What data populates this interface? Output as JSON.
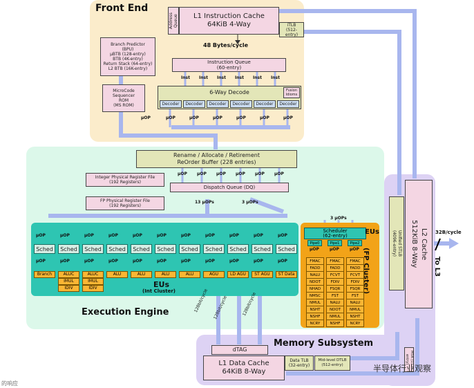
{
  "regions": {
    "front_end": "Front End",
    "execution_engine": "Execution Engine",
    "memory_subsystem": "Memory Subsystem"
  },
  "front_end": {
    "address_queue": "Address Queue",
    "l1i_title": "L1 Instruction Cache",
    "l1i_size": "64KiB 4-Way",
    "itlb_title": "iTLB",
    "itlb_size": "(512-entry)",
    "bandwidth": "48 Bytes/cycle",
    "bpu": [
      "Branch Predictor",
      "(BPU)",
      "μBTB (128-entry)",
      "BTB (4K-entry)",
      "Return Stack (64-entry)",
      "L2 BTB (16K-entry)"
    ],
    "iq_title": "Instruction Queue",
    "iq_size": "(60-entry)",
    "inst_label": "Inst",
    "msrom": [
      "MicroCode",
      "Sequencer",
      "ROM",
      "(MS ROM)"
    ],
    "decode_title": "6-Way Decode",
    "fusion": [
      "Fusion",
      "Idioms"
    ],
    "decoder_label": "Decoder",
    "uop_label": "μOP"
  },
  "rename": {
    "title": "Rename / Allocate / Retirement",
    "rob": "ReOrder Buffer (228 entries)"
  },
  "registers": {
    "int_title": "Integer Physical Register File",
    "int_size": "(192 Registers)",
    "fp_title": "FP Physical Register File",
    "fp_size": "(192 Registers)"
  },
  "dispatch": {
    "title": "Dispatch Queue (DQ)",
    "uops_13": "13 μOPs",
    "uops_3a": "3 μOPs",
    "uops_3b": "3 μOPs"
  },
  "int_cluster": {
    "sched_label": "Sched",
    "eus_title": "EUs",
    "eus_sub": "(Int Cluster)",
    "units": [
      [
        "Branch"
      ],
      [
        "ALUC",
        "IMUL",
        "IDIV"
      ],
      [
        "ALUC",
        "IMUL",
        "IDIV"
      ],
      [
        "ALU"
      ],
      [
        "ALU"
      ],
      [
        "ALU"
      ],
      [
        "ALU"
      ],
      [
        "AGU"
      ],
      [
        "LD AGU"
      ],
      [
        "ST AGU"
      ],
      [
        "ST Data"
      ]
    ]
  },
  "fp_cluster": {
    "scheduler_title": "Scheduler",
    "scheduler_size": "(62-entry)",
    "pipes": [
      "Pipe0",
      "Pipe1",
      "Pipe2"
    ],
    "title": "EUs",
    "sub": "(FP Cluster)",
    "col0": [
      "FMAC",
      "FADD",
      "NALU",
      "NDOT",
      "NHAD",
      "NMSC",
      "NMUL",
      "NSHT",
      "NSHF",
      "NCRY"
    ],
    "col1": [
      "FMAC",
      "FADD",
      "FCVT",
      "FDIV",
      "FSQR",
      "FST",
      "NALU",
      "NDOT",
      "NMUL",
      "NSHF"
    ],
    "col2": [
      "FMAC",
      "FADD",
      "FCVT",
      "FDIV",
      "FSQR",
      "FST",
      "NALU",
      "NMUL",
      "NSHT",
      "NCRY"
    ]
  },
  "memory": {
    "bw1": "128bit/cycle",
    "bw2": "128bit/cycle",
    "bw3": "128bit/cycle",
    "dtag": "dTAG",
    "l1d_title": "L1 Data Cache",
    "l1d_size": "64KiB 8-Way",
    "dtlb_title": "Data TLB",
    "dtlb_size": "(32-entry)",
    "mid_dtlb_title": "Mid-level DTLB",
    "mid_dtlb_size": "(512-entry)",
    "msr": "MSR (112-entry)",
    "stlb_title": "Unified STLB",
    "stlb_size": "(4096-entry)",
    "l2_title": "L2 Cache",
    "l2_size": "512KiB 8-Way",
    "l3_bw": "32B/cycle",
    "to_l3": "To L3"
  },
  "watermark": "半导体行业观察",
  "footer_fragment": "的响应"
}
